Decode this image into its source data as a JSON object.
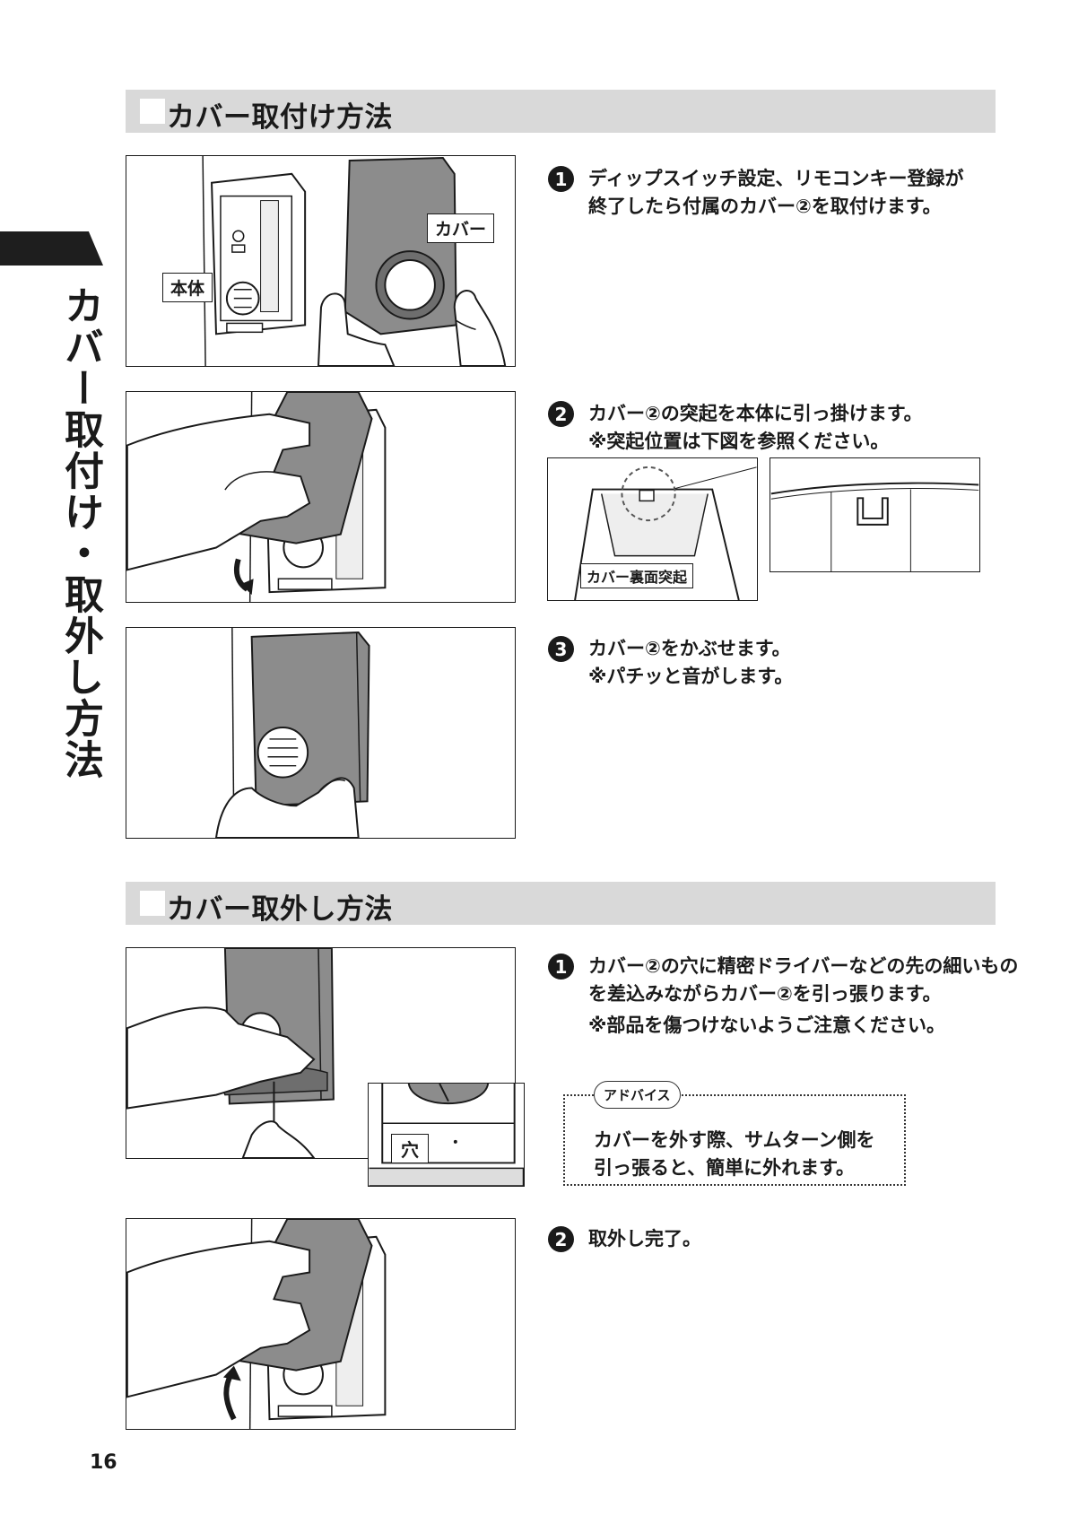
{
  "side_index": {
    "title": "カバー取付け・取外し方法"
  },
  "install": {
    "heading": "カバー取付け方法",
    "label_body": "本体",
    "label_cover": "カバー",
    "label_protrusion": "カバー裏面突起",
    "steps": [
      {
        "num": "1",
        "lines": [
          "ディップスイッチ設定、リモコンキー登録が",
          "終了したら付属のカバー②を取付けます。"
        ]
      },
      {
        "num": "2",
        "lines": [
          "カバー②の突起を本体に引っ掛けます。",
          "※突起位置は下図を参照ください。"
        ]
      },
      {
        "num": "3",
        "lines": [
          "カバー②をかぶせます。",
          "※パチッと音がします。"
        ]
      }
    ]
  },
  "removal": {
    "heading": "カバー取外し方法",
    "label_hole": "穴",
    "steps": [
      {
        "num": "1",
        "lines": [
          "カバー②の穴に精密ドライバーなどの先の細いもの",
          "を差込みながらカバー②を引っ張ります。",
          "※部品を傷つけないようご注意ください。"
        ]
      },
      {
        "num": "2",
        "lines": [
          "取外し完了。"
        ]
      }
    ],
    "advice": {
      "badge": "アドバイス",
      "lines": [
        "カバーを外す際、サムターン側を",
        "引っ張ると、簡単に外れます。"
      ]
    }
  },
  "page_number": "16",
  "colors": {
    "section_bar": "#d9d9d9",
    "cover_gray": "#8c8c8c",
    "ink": "#1a1a1a"
  }
}
